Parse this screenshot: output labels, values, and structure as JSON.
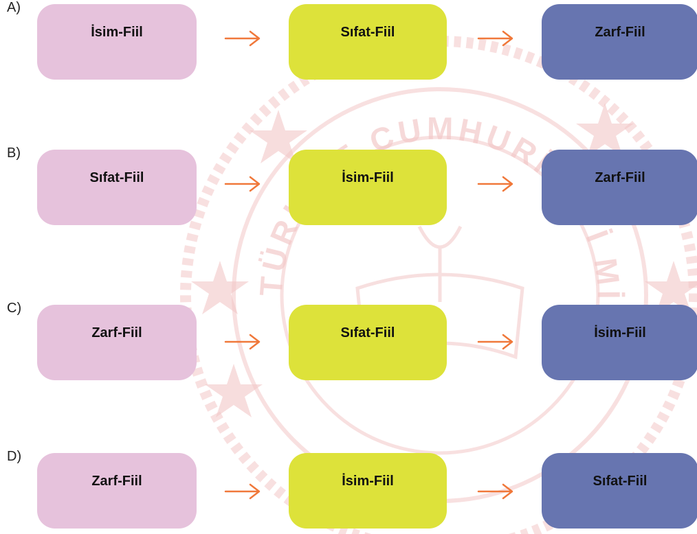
{
  "colors": {
    "box_1": "#e6c2dc",
    "box_2": "#dde23a",
    "box_3": "#6775b0",
    "arrow": "#f0783a",
    "watermark": "#f2c6c6"
  },
  "watermark_text": "TÜRKİYE CUMHURİYETİ MİLLİ EĞİTİM BAKANLIĞI",
  "options": [
    {
      "label": "A)",
      "items": [
        "İsim-Fiil",
        "Sıfat-Fiil",
        "Zarf-Fiil"
      ]
    },
    {
      "label": "B)",
      "items": [
        "Sıfat-Fiil",
        "İsim-Fiil",
        "Zarf-Fiil"
      ]
    },
    {
      "label": "C)",
      "items": [
        "Zarf-Fiil",
        "Sıfat-Fiil",
        "İsim-Fiil"
      ]
    },
    {
      "label": "D)",
      "items": [
        "Zarf-Fiil",
        "İsim-Fiil",
        "Sıfat-Fiil"
      ]
    }
  ]
}
